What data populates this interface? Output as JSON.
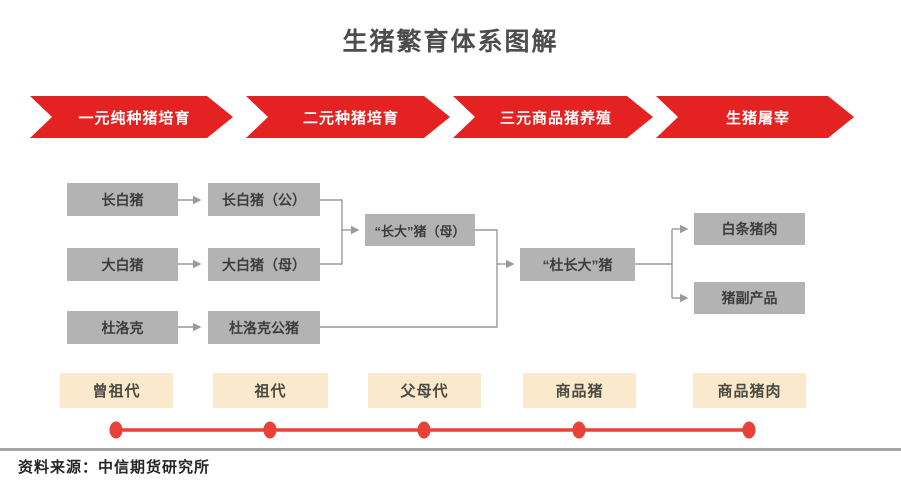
{
  "title": "生猪繁育体系图解",
  "stages": [
    {
      "label": "一元纯种猪培育"
    },
    {
      "label": "二元种猪培育"
    },
    {
      "label": "三元商品猪养殖"
    },
    {
      "label": "生猪屠宰"
    }
  ],
  "flow": {
    "boxes": [
      {
        "id": "changbai",
        "label": "长白猪"
      },
      {
        "id": "changbai-gong",
        "label": "长白猪（公）"
      },
      {
        "id": "dabai",
        "label": "大白猪"
      },
      {
        "id": "dabai-mu",
        "label": "大白猪（母）"
      },
      {
        "id": "duluoke",
        "label": "杜洛克"
      },
      {
        "id": "duluoke-gong",
        "label": "杜洛克公猪"
      },
      {
        "id": "changda-mu",
        "label": "“长大”猪（母）"
      },
      {
        "id": "duchangda",
        "label": "“杜长大”猪"
      },
      {
        "id": "baitiao",
        "label": "白条猪肉"
      },
      {
        "id": "fuchanpin",
        "label": "猪副产品"
      }
    ]
  },
  "generations": [
    {
      "label": "曾祖代"
    },
    {
      "label": "祖代"
    },
    {
      "label": "父母代"
    },
    {
      "label": "商品猪"
    },
    {
      "label": "商品猪肉"
    }
  ],
  "footer": {
    "source": "资料来源：中信期货研究所"
  },
  "colors": {
    "banner_red": "#e32221",
    "timeline_red": "#e74138",
    "box_gray": "#b3b3b3",
    "generation_beige": "#fbe9cd",
    "connector_gray": "#9a9a9a",
    "title_gray": "#4d4d4d"
  }
}
